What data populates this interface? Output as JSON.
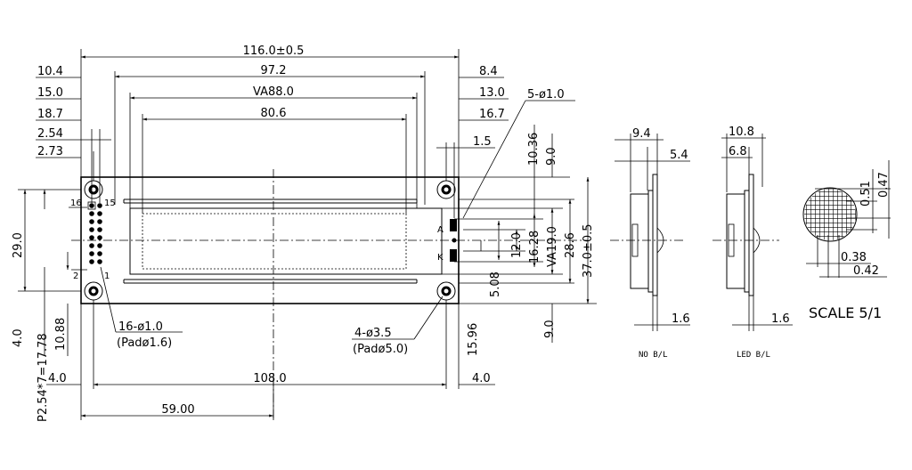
{
  "dims": {
    "overall_width": "116.0±0.5",
    "d_10_4": "10.4",
    "d_15_0": "15.0",
    "d_18_7": "18.7",
    "d_2_54": "2.54",
    "d_2_73": "2.73",
    "d_97_2": "97.2",
    "va_88": "VA88.0",
    "d_80_6": "80.6",
    "d_8_4": "8.4",
    "d_13_0": "13.0",
    "d_16_7": "16.7",
    "d_1_5": "1.5",
    "d_10_36": "10.36",
    "d_9_0_top": "9.0",
    "holes_small": "5-ø1.0",
    "d_29_0": "29.0",
    "d_12_0": "12.0",
    "d_16_28": "16.28",
    "va_19": "VA19.0",
    "d_28_6": "28.6",
    "overall_height": "37.0±0.5",
    "d_5_08": "5.08",
    "pitch": "P2.54*7=17.78",
    "d_4_0_v": "4.0",
    "d_10_88": "10.88",
    "d_15_96": "15.96",
    "d_9_0_bot": "9.0",
    "d_4_0_left": "4.0",
    "d_108": "108.0",
    "d_4_0_right": "4.0",
    "d_59": "59.00"
  },
  "notes": {
    "pins_main": "16-ø1.0",
    "pins_pad": "(Padø1.6)",
    "holes_main": "4-ø3.5",
    "holes_pad": "(Padø5.0)"
  },
  "pin_labels": {
    "p16": "16",
    "p15": "15",
    "p2": "2",
    "p1": "1",
    "a": "A",
    "k": "K"
  },
  "side_view_no_bl": {
    "d_9_4": "9.4",
    "d_5_4": "5.4",
    "d_1_6": "1.6",
    "caption": "NO B/L"
  },
  "side_view_led_bl": {
    "d_10_8": "10.8",
    "d_6_8": "6.8",
    "d_1_6": "1.6",
    "caption": "LED B/L"
  },
  "dot_detail": {
    "d_0_51": "0.51",
    "d_0_47": "0.47",
    "d_0_38": "0.38",
    "d_0_42": "0.42",
    "scale": "SCALE 5/1"
  }
}
